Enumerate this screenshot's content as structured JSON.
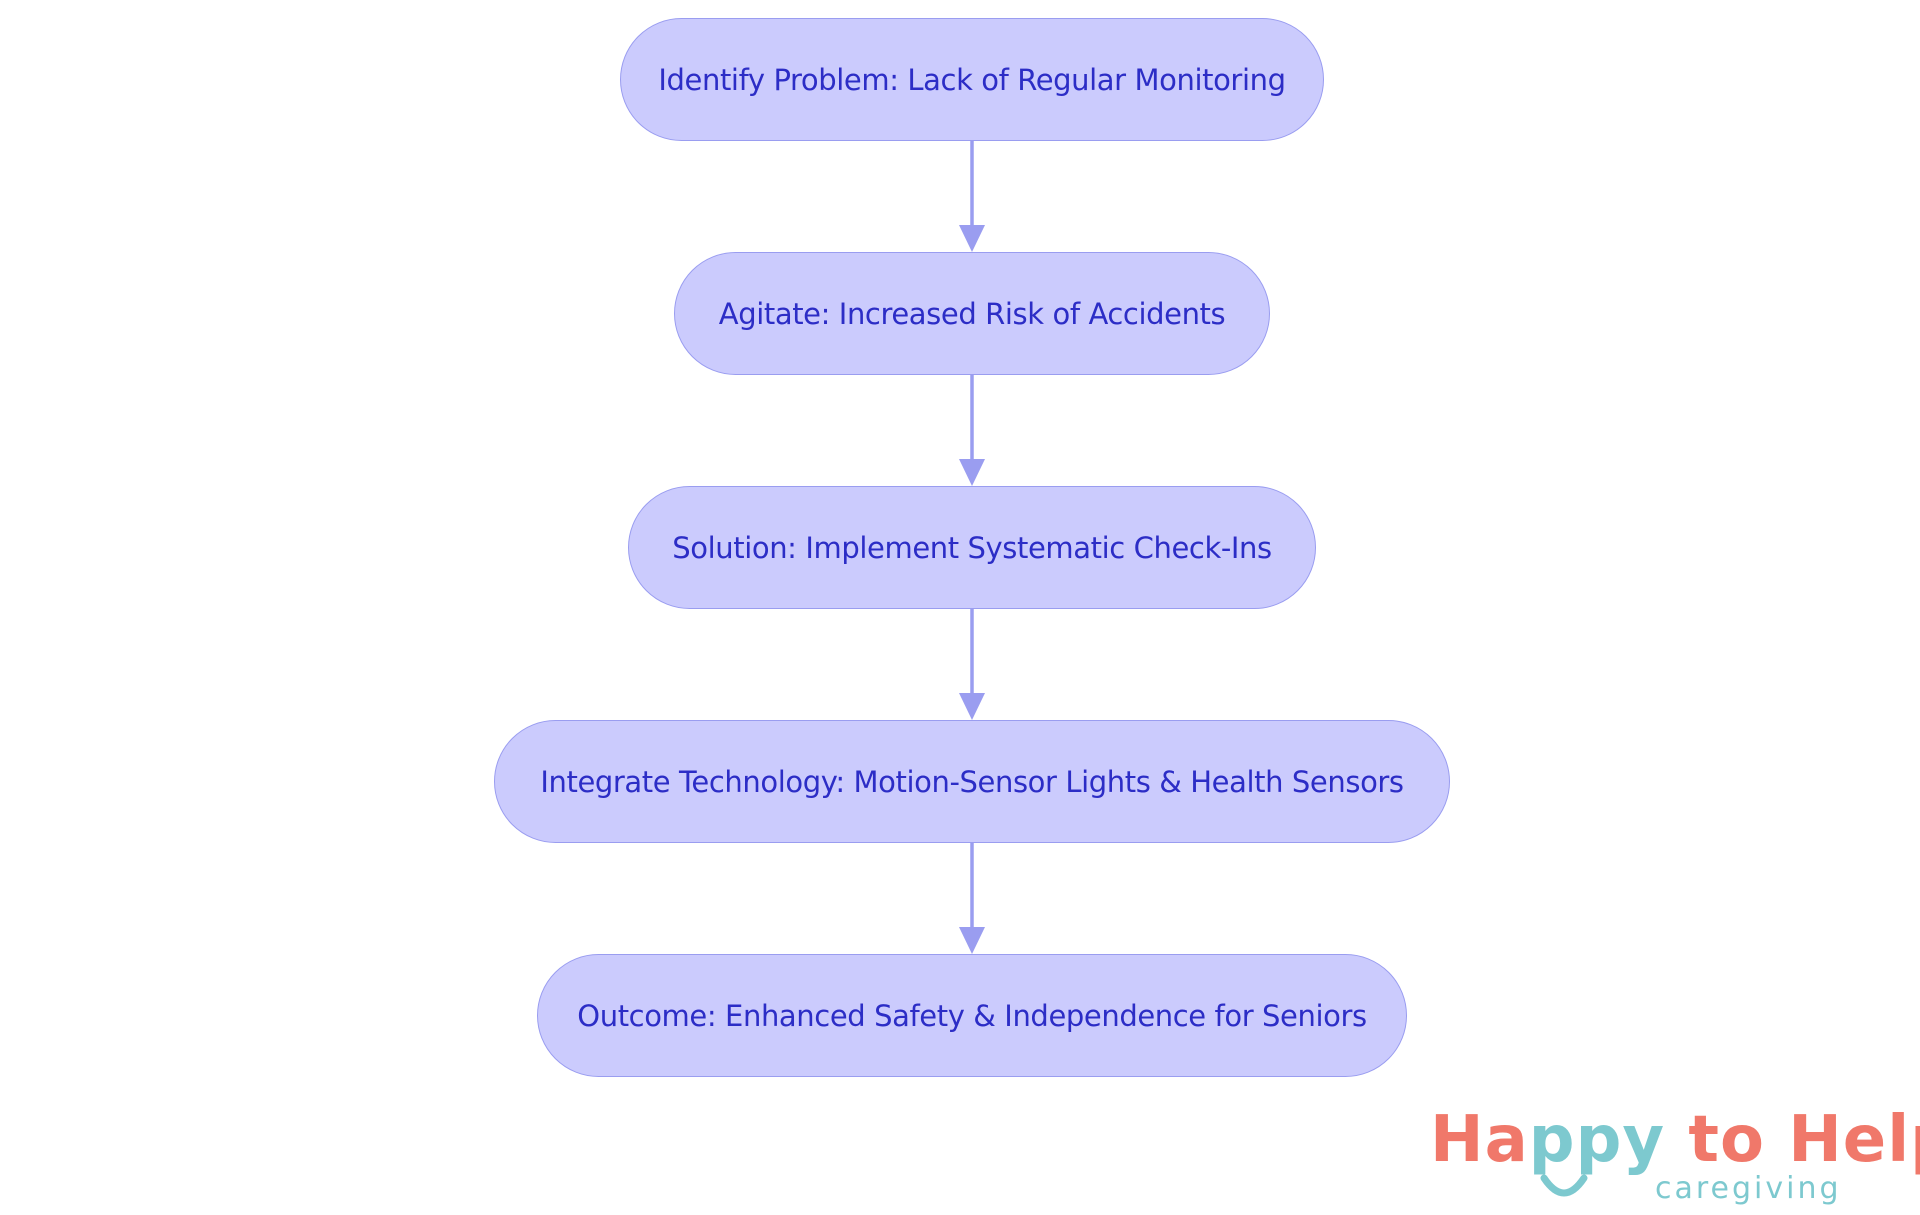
{
  "diagram": {
    "nodes": [
      {
        "id": "identify",
        "label": "Identify Problem: Lack of Regular Monitoring"
      },
      {
        "id": "agitate",
        "label": "Agitate: Increased Risk of Accidents"
      },
      {
        "id": "solution",
        "label": "Solution: Implement Systematic Check-Ins"
      },
      {
        "id": "integrate",
        "label": "Integrate Technology: Motion-Sensor Lights & Health Sensors"
      },
      {
        "id": "outcome",
        "label": "Outcome: Enhanced Safety & Independence for Seniors"
      }
    ],
    "edges": [
      {
        "from": "identify",
        "to": "agitate"
      },
      {
        "from": "agitate",
        "to": "solution"
      },
      {
        "from": "solution",
        "to": "integrate"
      },
      {
        "from": "integrate",
        "to": "outcome"
      }
    ],
    "colors": {
      "node_fill": "#cbcbfd",
      "node_border": "#9a9df0",
      "node_text": "#2c2dc6",
      "edge": "#9a9df0"
    }
  },
  "logo": {
    "word_1": "Ha",
    "word_2": "ppy",
    "word_3": " to Help",
    "tagline": "caregiving",
    "colors": {
      "primary": "#f0786a",
      "secondary": "#7dc9cf"
    }
  }
}
